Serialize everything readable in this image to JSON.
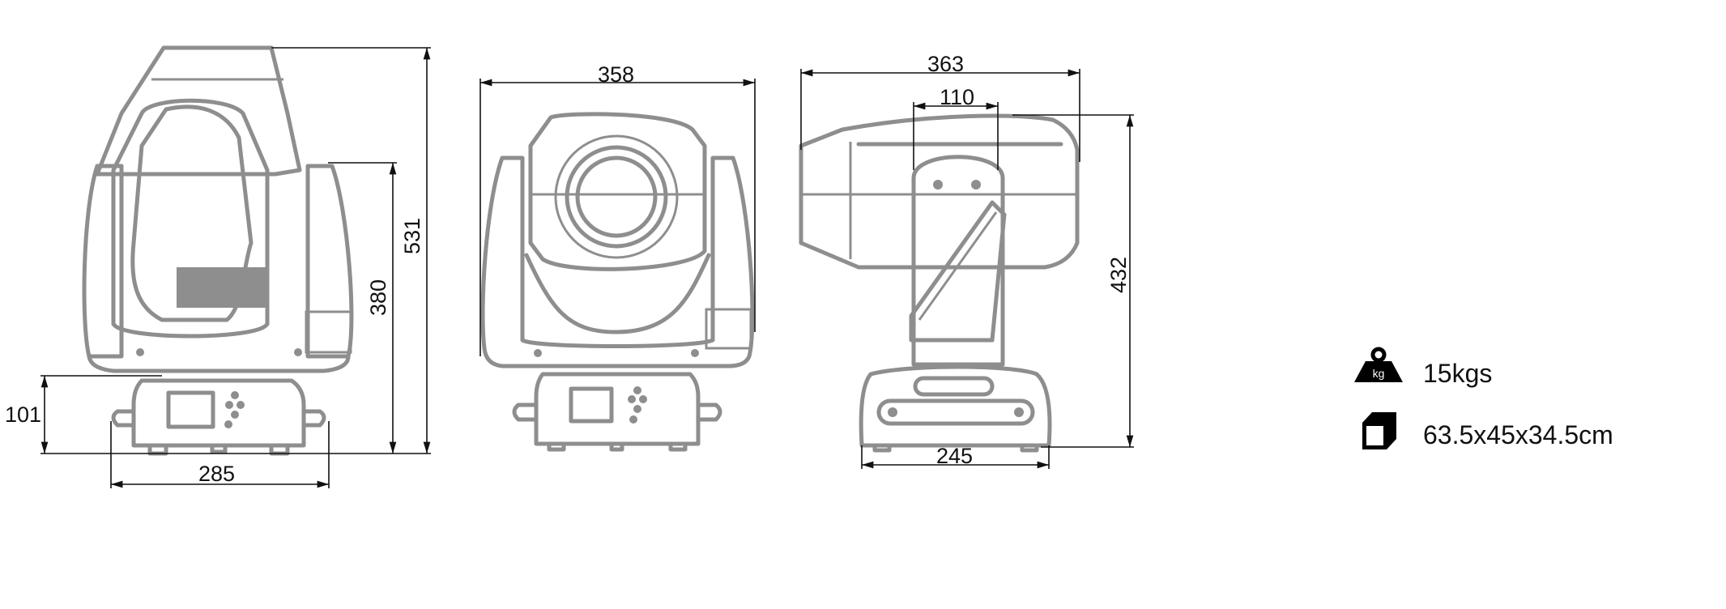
{
  "front_view": {
    "dimensions": {
      "total_height": "531",
      "yoke_height": "380",
      "base_height": "101",
      "base_width": "285"
    }
  },
  "lens_view": {
    "dimensions": {
      "width": "358"
    }
  },
  "side_view": {
    "dimensions": {
      "head_length": "363",
      "yoke_width": "110",
      "height": "432",
      "base_depth": "245"
    }
  },
  "specs": {
    "weight_icon": "weight-kg-icon",
    "weight_icon_text": "kg",
    "weight": "15kgs",
    "package_icon": "cube-box-icon",
    "package_size": "63.5x45x34.5cm"
  }
}
